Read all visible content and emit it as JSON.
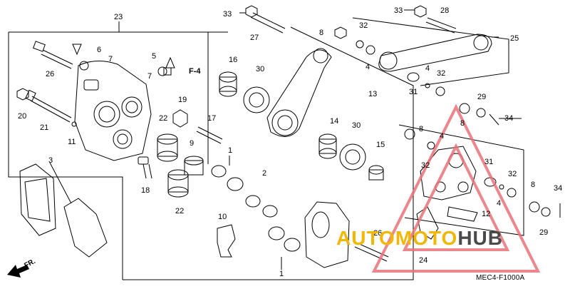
{
  "diagram": {
    "labels": [
      {
        "text": "23"
      },
      {
        "text": "6"
      },
      {
        "text": "7"
      },
      {
        "text": "26"
      },
      {
        "text": "5"
      },
      {
        "text": "7"
      },
      {
        "text": "F-4"
      },
      {
        "text": "20"
      },
      {
        "text": "21"
      },
      {
        "text": "11"
      },
      {
        "text": "3"
      },
      {
        "text": "19"
      },
      {
        "text": "22"
      },
      {
        "text": "9"
      },
      {
        "text": "17"
      },
      {
        "text": "18"
      },
      {
        "text": "22"
      },
      {
        "text": "1"
      },
      {
        "text": "2"
      },
      {
        "text": "10"
      },
      {
        "text": "1"
      },
      {
        "text": "33"
      },
      {
        "text": "27"
      },
      {
        "text": "8"
      },
      {
        "text": "32"
      },
      {
        "text": "4"
      },
      {
        "text": "16"
      },
      {
        "text": "30"
      },
      {
        "text": "13"
      },
      {
        "text": "14"
      },
      {
        "text": "30"
      },
      {
        "text": "15"
      },
      {
        "text": "26"
      },
      {
        "text": "33"
      },
      {
        "text": "28"
      },
      {
        "text": "25"
      },
      {
        "text": "4"
      },
      {
        "text": "32"
      },
      {
        "text": "31"
      },
      {
        "text": "29"
      },
      {
        "text": "8"
      },
      {
        "text": "34"
      },
      {
        "text": "8"
      },
      {
        "text": "4"
      },
      {
        "text": "32"
      },
      {
        "text": "31"
      },
      {
        "text": "32"
      },
      {
        "text": "4"
      },
      {
        "text": "12"
      },
      {
        "text": "8"
      },
      {
        "text": "34"
      },
      {
        "text": "29"
      },
      {
        "text": "24"
      }
    ],
    "diagram_code": "MEC4-F1000A",
    "forward_marker": "FR.",
    "watermark": {
      "part1": "AUTOMOTO",
      "part2": "HUB",
      "color_primary": "#f2b705",
      "color_secondary": "#4a4a4a",
      "triangle_color": "#e8737a"
    }
  }
}
